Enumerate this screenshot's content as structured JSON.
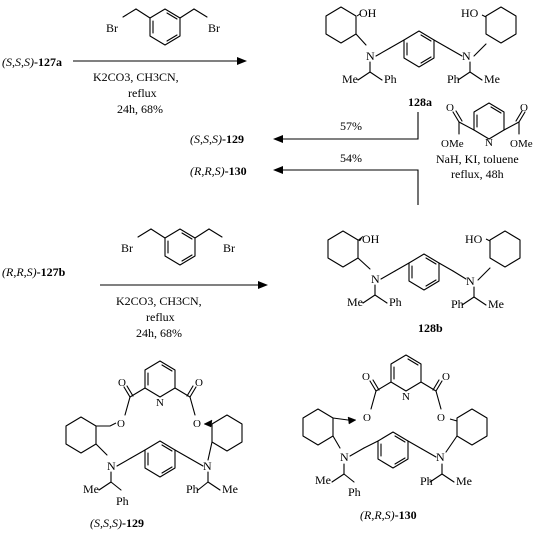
{
  "scheme": {
    "step1": {
      "reactant_stereo": "(S,S,S)",
      "reactant_id": "-127a",
      "reagent_top_br": "Br",
      "conditions": [
        "K2CO3, CH3CN,",
        "reflux",
        "24h, 68%"
      ],
      "product_id": "128a"
    },
    "step2": {
      "reagent_ome": "OMe",
      "conditions": [
        "NaH, KI, toluene",
        "reflux, 48h"
      ],
      "product1_stereo": "(S,S,S)",
      "product1_id": "-129",
      "product1_yield": "57%",
      "product2_stereo": "(R,R,S)",
      "product2_id": "-130",
      "product2_yield": "54%"
    },
    "step3": {
      "reactant_stereo": "(R,R,S)",
      "reactant_id": "-127b",
      "conditions": [
        "K2CO3, CH3CN,",
        "reflux",
        "24h, 68%"
      ],
      "product_id": "128b"
    },
    "atoms": {
      "oh": "OH",
      "ho": "HO",
      "n": "N",
      "o": "O",
      "ph": "Ph",
      "me": "Me",
      "br": "Br"
    },
    "final": {
      "left_stereo": "(S,S,S)",
      "left_id": "-129",
      "right_stereo": "(R,R,S)",
      "right_id": "-130"
    }
  }
}
